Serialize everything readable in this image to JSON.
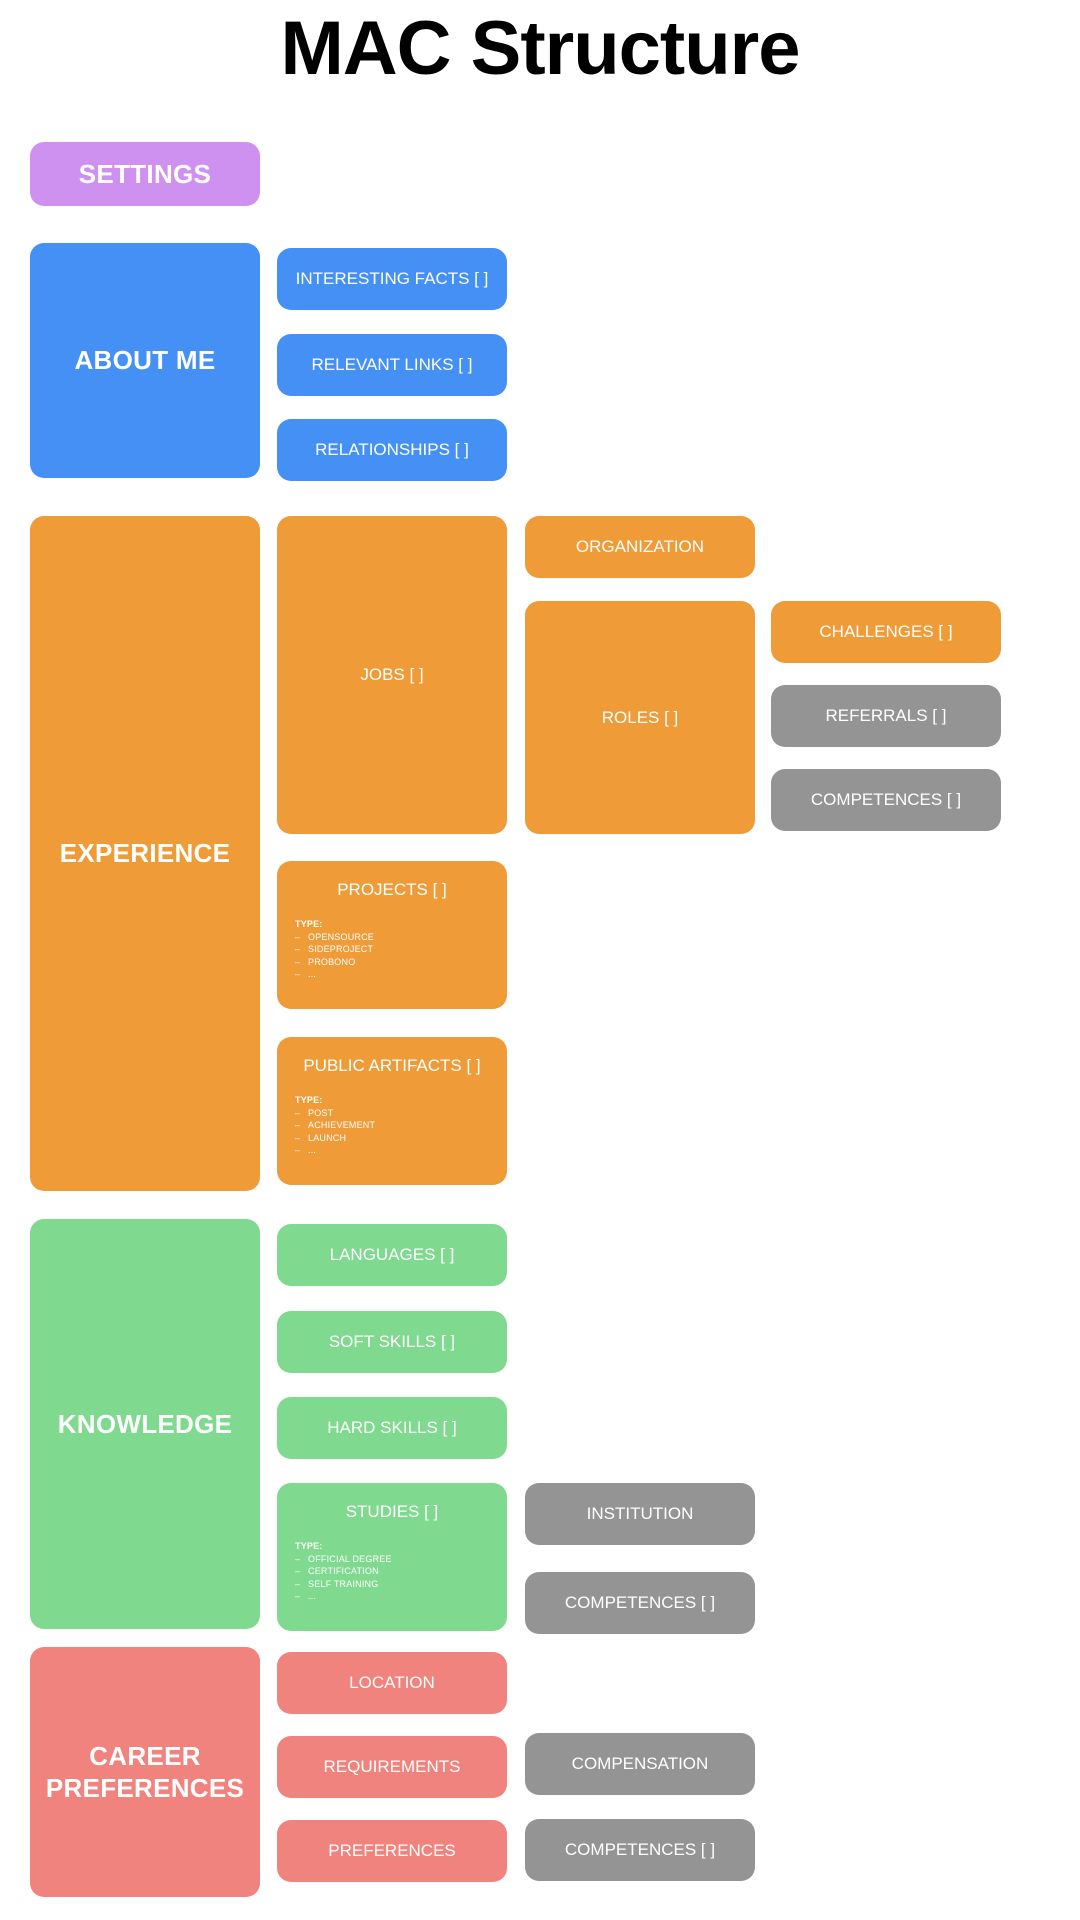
{
  "page": {
    "title": "MAC Structure",
    "background": "#ffffff"
  },
  "colors": {
    "purple": "#cf91f0",
    "blue": "#4590f5",
    "orange": "#ee9b38",
    "green": "#7fd98f",
    "salmon": "#f0837d",
    "grey": "#949494",
    "text_on_node": "#ffffff",
    "title_text": "#000000"
  },
  "sections": {
    "settings": {
      "label": "SETTINGS",
      "color": "#cf91f0"
    },
    "about_me": {
      "label": "ABOUT ME",
      "color": "#4590f5",
      "children": [
        {
          "label": "INTERESTING FACTS [ ]",
          "color": "#4590f5"
        },
        {
          "label": "RELEVANT LINKS [ ]",
          "color": "#4590f5"
        },
        {
          "label": "RELATIONSHIPS [ ]",
          "color": "#4590f5"
        }
      ]
    },
    "experience": {
      "label": "EXPERIENCE",
      "color": "#ee9b38",
      "jobs": {
        "label": "JOBS [ ]",
        "color": "#ee9b38",
        "children": [
          {
            "label": "ORGANIZATION",
            "color": "#ee9b38"
          },
          {
            "label": "ROLES [ ]",
            "color": "#ee9b38",
            "children": [
              {
                "label": "CHALLENGES [ ]",
                "color": "#ee9b38"
              },
              {
                "label": "REFERRALS [ ]",
                "color": "#949494"
              },
              {
                "label": "COMPETENCES [ ]",
                "color": "#949494"
              }
            ]
          }
        ]
      },
      "projects": {
        "label": "PROJECTS [ ]",
        "color": "#ee9b38",
        "type_heading": "TYPE:",
        "types": [
          "OPENSOURCE",
          "SIDEPROJECT",
          "PROBONO",
          "..."
        ]
      },
      "public_artifacts": {
        "label": "PUBLIC ARTIFACTS [ ]",
        "color": "#ee9b38",
        "type_heading": "TYPE:",
        "types": [
          "POST",
          "ACHIEVEMENT",
          "LAUNCH",
          "..."
        ]
      }
    },
    "knowledge": {
      "label": "KNOWLEDGE",
      "color": "#7fd98f",
      "children": [
        {
          "label": "LANGUAGES [ ]",
          "color": "#7fd98f"
        },
        {
          "label": "SOFT SKILLS [ ]",
          "color": "#7fd98f"
        },
        {
          "label": "HARD SKILLS [ ]",
          "color": "#7fd98f"
        }
      ],
      "studies": {
        "label": "STUDIES [ ]",
        "color": "#7fd98f",
        "type_heading": "TYPE:",
        "types": [
          "OFFICIAL DEGREE",
          "CERTIFICATION",
          "SELF TRAINING",
          "..."
        ],
        "children": [
          {
            "label": "INSTITUTION",
            "color": "#949494"
          },
          {
            "label": "COMPETENCES [ ]",
            "color": "#949494"
          }
        ]
      }
    },
    "career_preferences": {
      "label": "CAREER PREFERENCES",
      "color": "#f0837d",
      "children": [
        {
          "label": "LOCATION",
          "color": "#f0837d"
        },
        {
          "label": "REQUIREMENTS",
          "color": "#f0837d",
          "child": {
            "label": "COMPENSATION",
            "color": "#949494"
          }
        },
        {
          "label": "PREFERENCES",
          "color": "#f0837d",
          "child": {
            "label": "COMPETENCES [ ]",
            "color": "#949494"
          }
        }
      ]
    }
  }
}
